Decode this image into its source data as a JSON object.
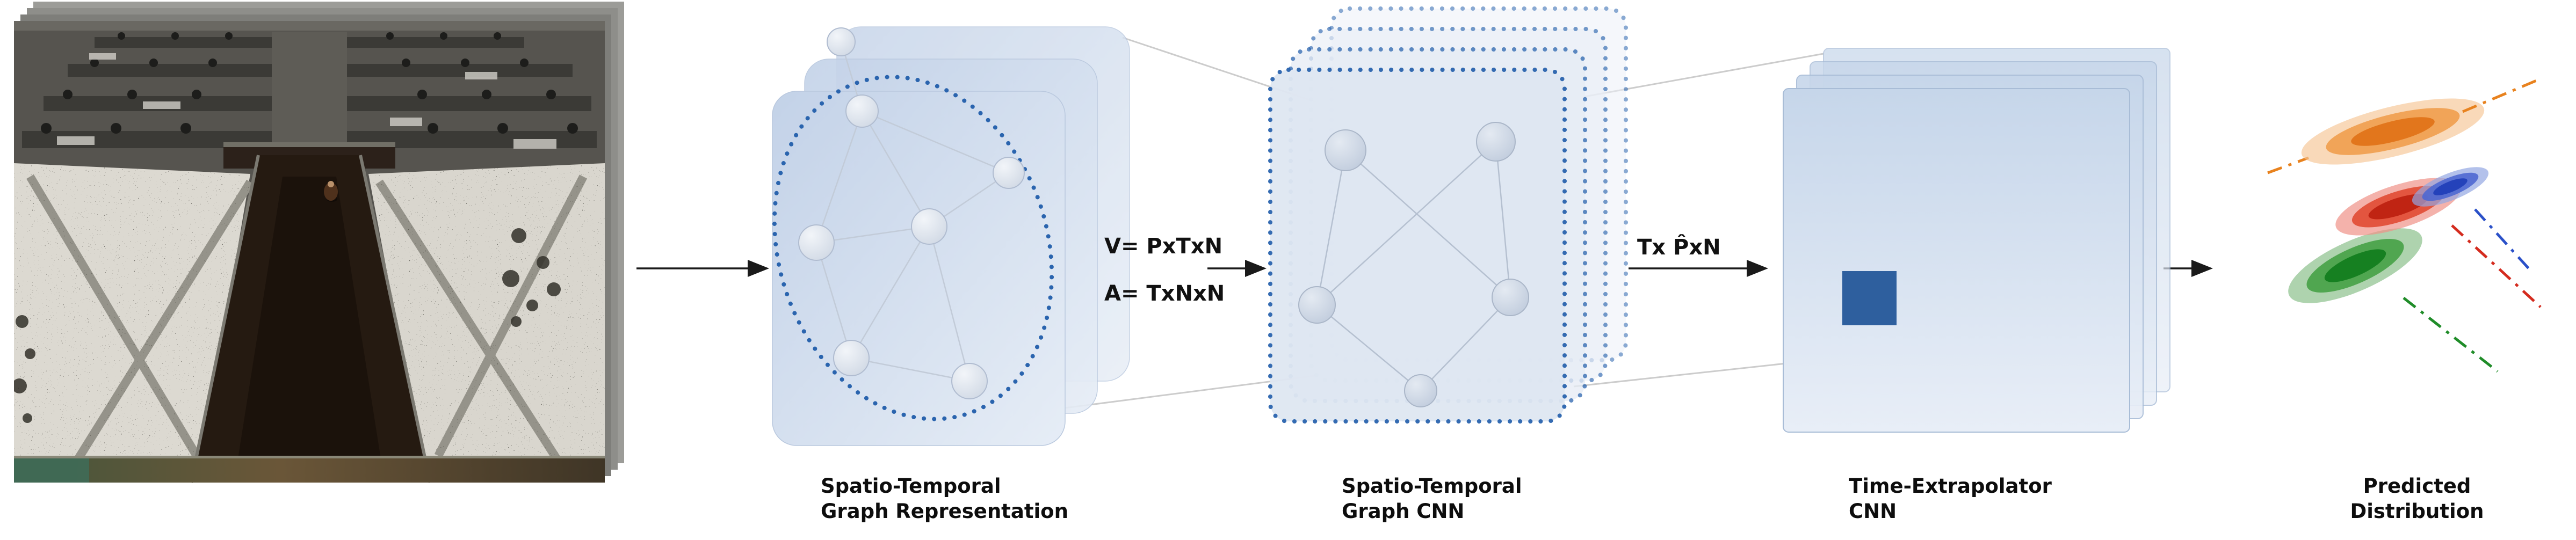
{
  "figure": {
    "type": "pipeline-diagram",
    "stage_count": 5
  },
  "labels": {
    "graph_representation": {
      "line1": "Spatio-Temporal",
      "line2": "Graph Representation"
    },
    "graph_cnn": {
      "line1": "Spatio-Temporal",
      "line2": "Graph CNN"
    },
    "time_extrapolator": {
      "line1": "Time-Extrapolator",
      "line2": "CNN"
    },
    "predicted_distribution": {
      "line1": "Predicted",
      "line2": "Distribution"
    }
  },
  "annotations": {
    "v_equation": "V= PxTxN",
    "a_equation": "A= TxNxN",
    "p_hat_equation": "Tx P̂xN"
  },
  "colors": {
    "panel_blue": "#ccd9ec",
    "panel_blue_light": "#e6edf6",
    "dot_blue": "#2a64ae",
    "kernel_blue": "#2e5f9e",
    "node_fill": "#dfe5ee",
    "edge_gray": "#c2cbd8",
    "arrow_black": "#1a1a1a",
    "connector_gray": "#cccccc",
    "trajectory_orange": "#e8821e",
    "trajectory_red": "#d42b1e",
    "trajectory_blue": "#2a50c8",
    "trajectory_green": "#1f8c28"
  }
}
